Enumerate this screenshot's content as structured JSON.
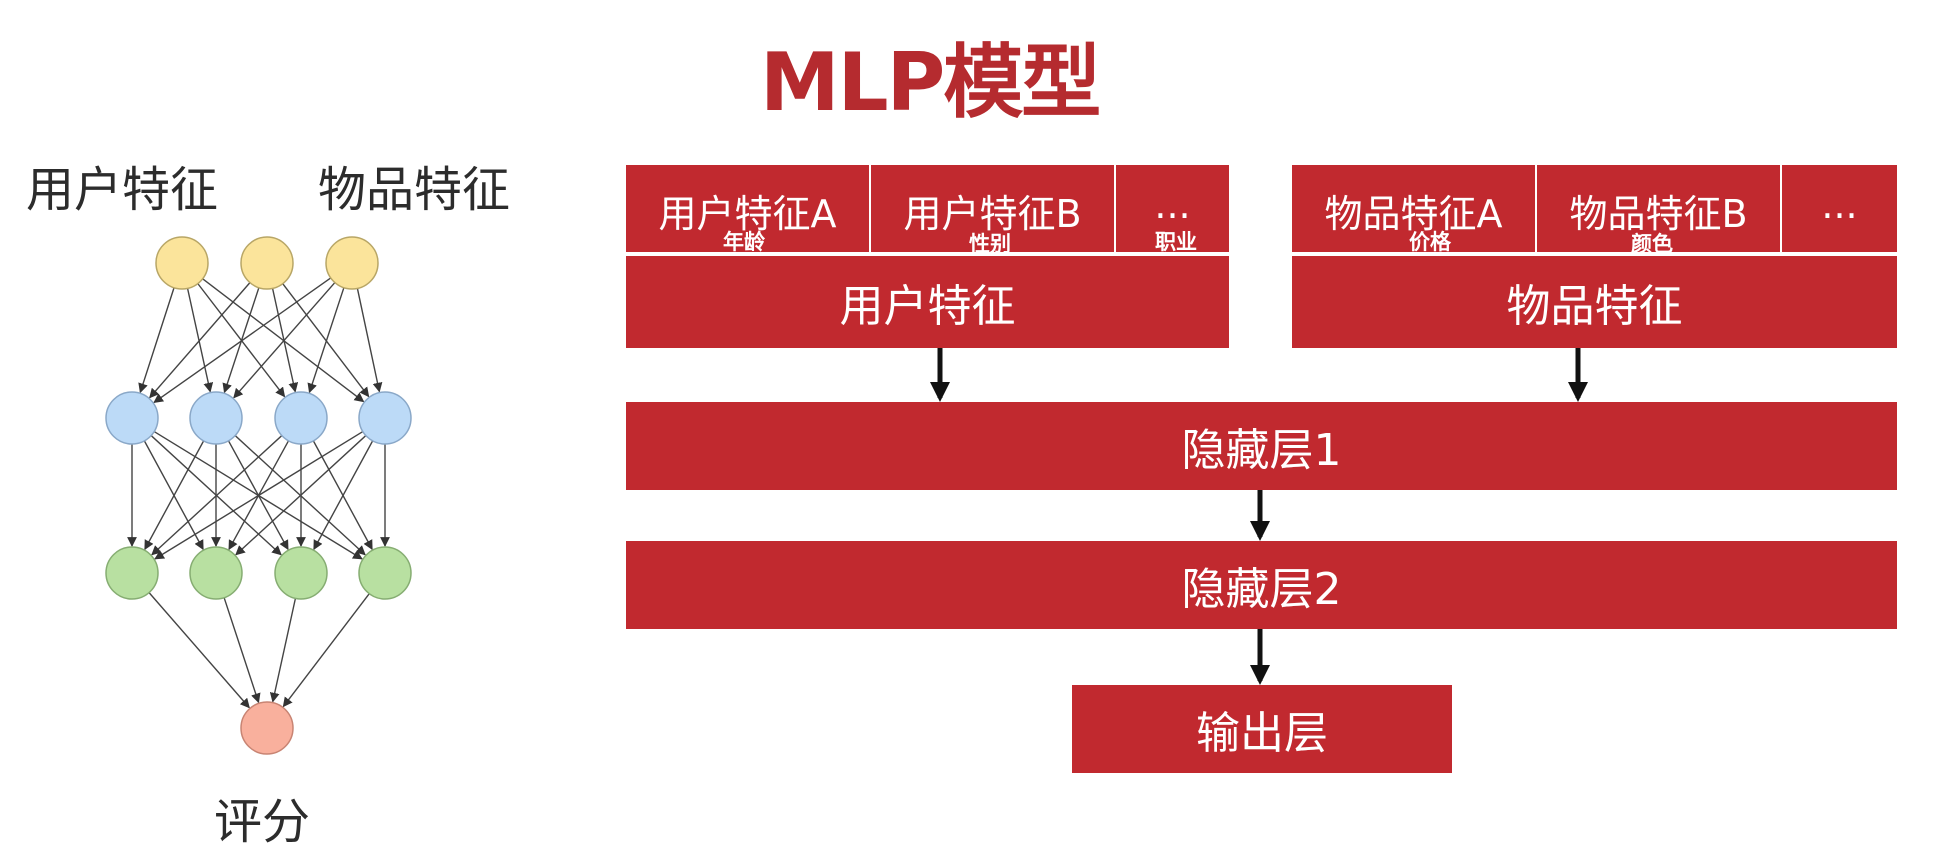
{
  "title": "MLP模型",
  "network": {
    "input_label_user": "用户特征",
    "input_label_item": "物品特征",
    "output_label": "评分",
    "layers": [
      {
        "name": "input",
        "count": 3,
        "fill": "#fbe49b",
        "stroke": "#b8a666"
      },
      {
        "name": "hidden1",
        "count": 4,
        "fill": "#bcdaf7",
        "stroke": "#8aa8c8"
      },
      {
        "name": "hidden2",
        "count": 4,
        "fill": "#b8e0a1",
        "stroke": "#86ad72"
      },
      {
        "name": "output",
        "count": 1,
        "fill": "#f9b09d",
        "stroke": "#c88473"
      }
    ]
  },
  "colors": {
    "block": "#c1292f",
    "title": "#b52b2f",
    "arrow": "#111111"
  },
  "user_features": {
    "cells": [
      {
        "label": "用户特征A",
        "sub": "年龄"
      },
      {
        "label": "用户特征B",
        "sub": "性别"
      },
      {
        "label": "...",
        "sub": "职业"
      }
    ],
    "group_label": "用户特征"
  },
  "item_features": {
    "cells": [
      {
        "label": "物品特征A",
        "sub": "价格"
      },
      {
        "label": "物品特征B",
        "sub": "颜色"
      },
      {
        "label": "...",
        "sub": ""
      }
    ],
    "group_label": "物品特征"
  },
  "hidden_layer_1": "隐藏层1",
  "hidden_layer_2": "隐藏层2",
  "output_layer": "输出层"
}
